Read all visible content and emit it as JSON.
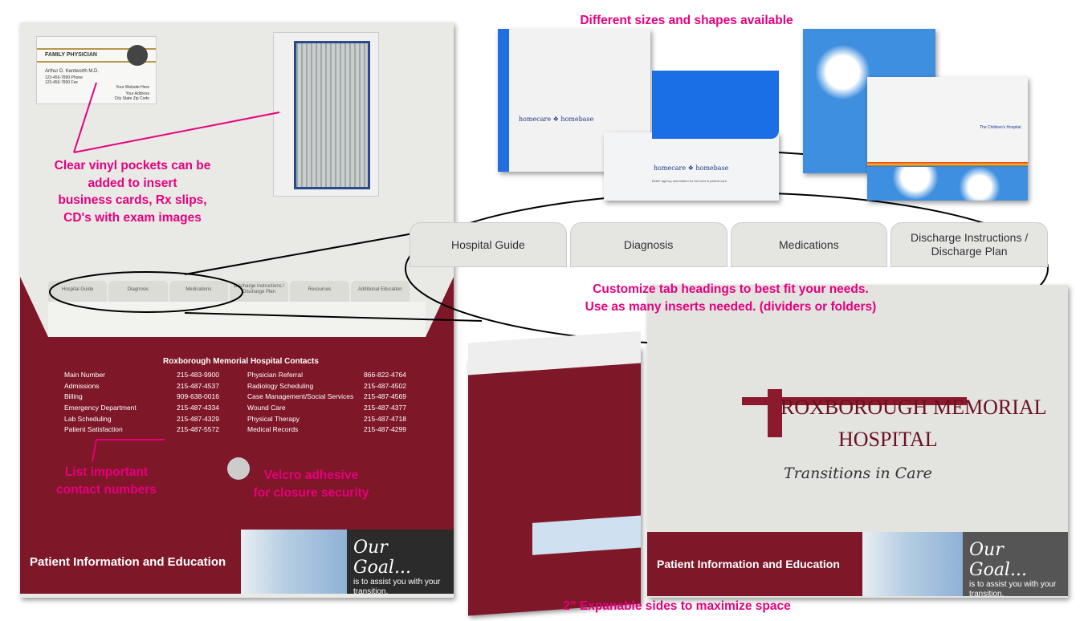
{
  "headline_top": "Different sizes and shapes available",
  "business_card": {
    "title": "FAMILY PHYSICIAN",
    "name": "Arthur D. Kentworth M.D.",
    "phone": "123-456-7890 Phone",
    "fax": "123-456-7890 Fax",
    "website": "Your Website Here",
    "address": "Your Address",
    "city": "City State Zip Code"
  },
  "annotations": {
    "vinyl": [
      "Clear vinyl pockets can be",
      "added to insert",
      "business cards, Rx slips,",
      "CD's with exam images"
    ],
    "contacts": [
      "List important",
      "contact numbers"
    ],
    "velcro": [
      "Velcro adhesive",
      "for closure security"
    ],
    "tabs": [
      "Customize tab headings to best fit your needs.",
      "Use as many inserts needed. (dividers or folders)"
    ],
    "sides": "2” Expanable sides to maximize space"
  },
  "small_tabs": [
    "Hospital Guide",
    "Diagnosis",
    "Medications",
    "Discharge Instructions / Discharge Plan",
    "Resources",
    "Additional Education"
  ],
  "big_tabs": [
    "Hospital Guide",
    "Diagnosis",
    "Medications",
    "Discharge Instructions / Discharge Plan"
  ],
  "contacts": {
    "title": "Roxborough Memorial Hospital Contacts",
    "rows": [
      [
        "Main Number",
        "215-483-9900",
        "Physician Referral",
        "866-822-4764"
      ],
      [
        "Admissions",
        "215-487-4537",
        "Radiology Scheduling",
        "215-487-4502"
      ],
      [
        "Billing",
        "909-638-0016",
        "Case Management/Social Services",
        "215-487-4569"
      ],
      [
        "Emergency Department",
        "215-487-4334",
        "Wound Care",
        "215-487-4377"
      ],
      [
        "Lab Scheduling",
        "215-487-4329",
        "Physical Therapy",
        "215-487-4718"
      ],
      [
        "Patient Satisfaction",
        "215-487-5572",
        "Medical Records",
        "215-487-4299"
      ]
    ]
  },
  "strip": {
    "label": "Patient Information and Education",
    "goal_title": "Our Goal...",
    "goal_text": "is to assist you with your transition."
  },
  "cover": {
    "name_line1": "ROXBOROUGH MEMORIAL",
    "name_line2": "HOSPITAL",
    "subtitle": "Transitions in Care"
  },
  "products": {
    "homecare": "homecare ❖ homebase",
    "homecare_tagline": "Better agency automation for the best in patient care.",
    "childrens": "The Children's Hospital"
  },
  "colors": {
    "annotation": "#e6007e",
    "maroon": "#7e1728"
  }
}
